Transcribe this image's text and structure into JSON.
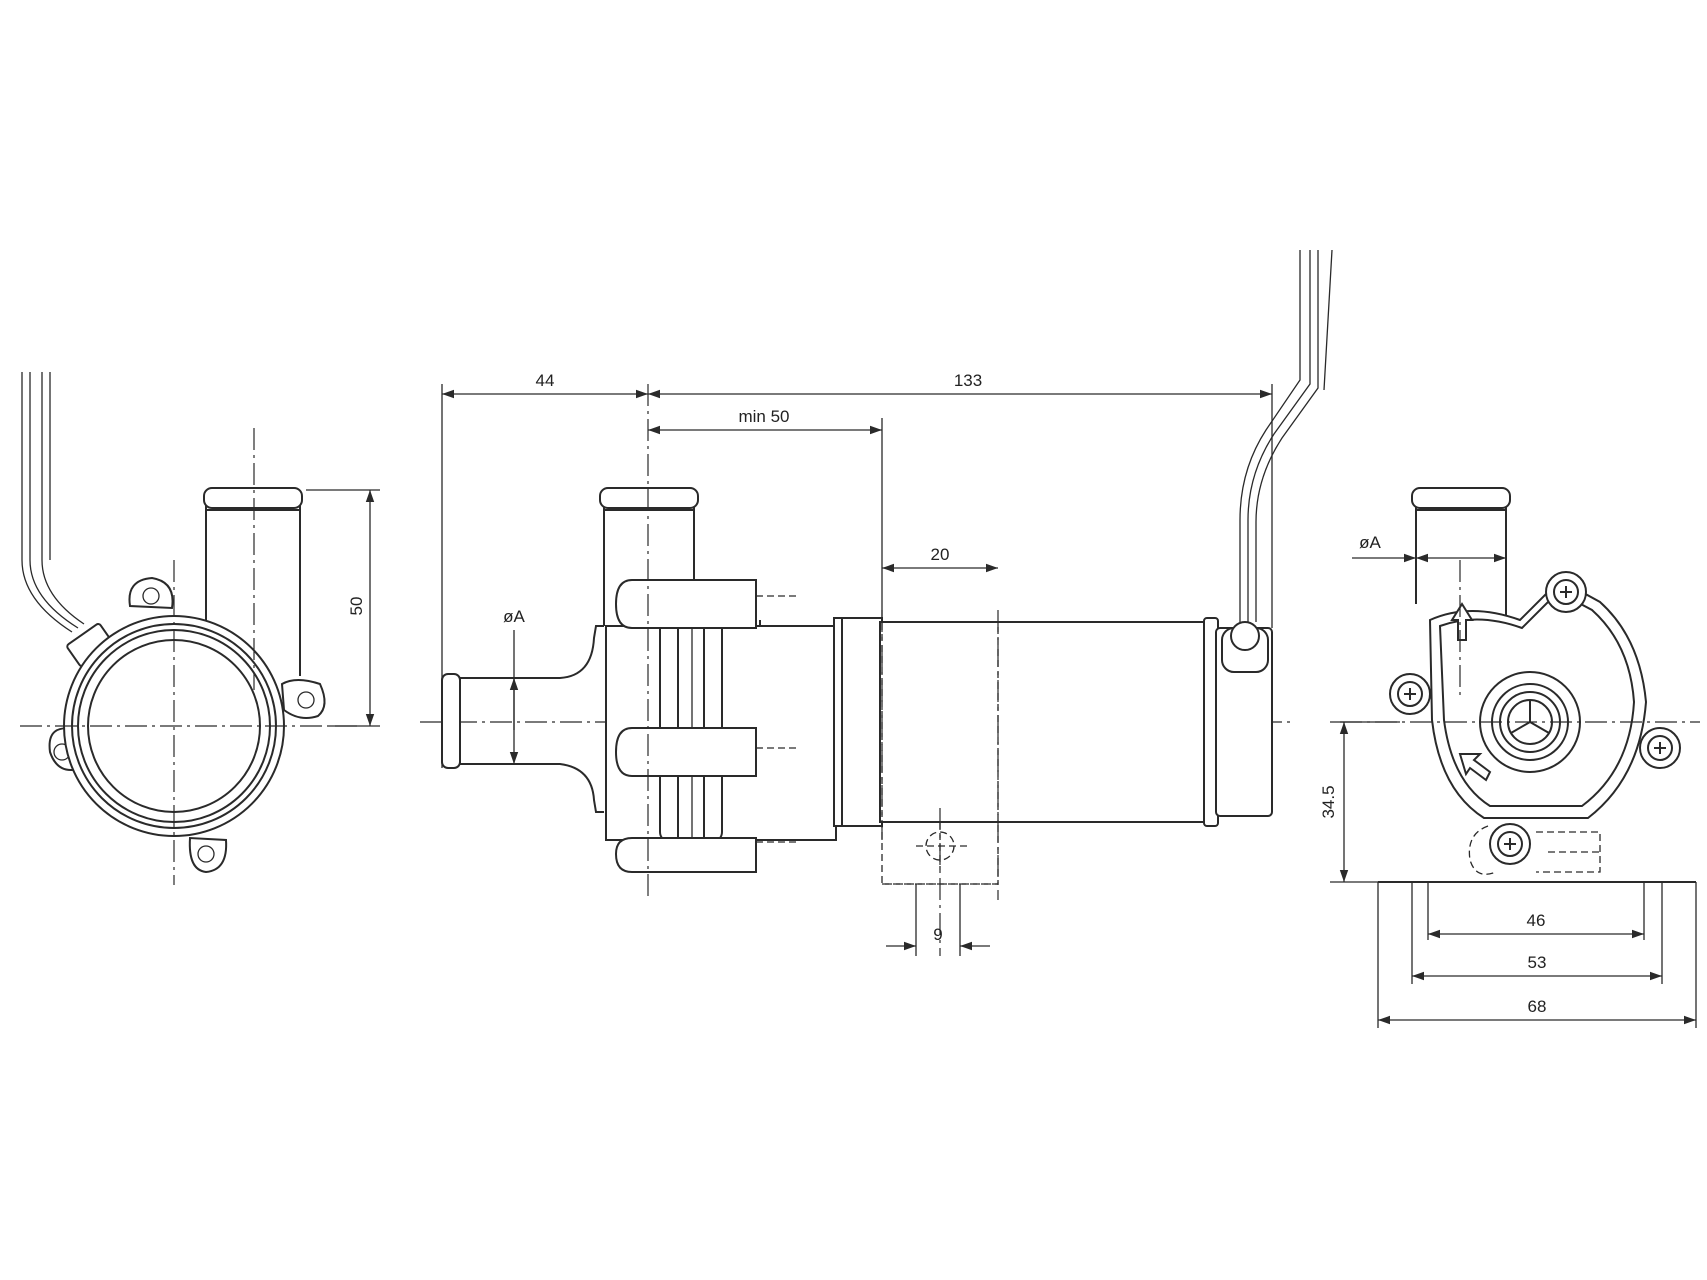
{
  "dimensions": {
    "d44": "44",
    "d133": "133",
    "min50": "min 50",
    "d20": "20",
    "d9": "9",
    "d50": "50",
    "diam_side": "øA",
    "diam_end": "øA",
    "d34_5": "34.5",
    "d46": "46",
    "d53": "53",
    "d68": "68"
  }
}
